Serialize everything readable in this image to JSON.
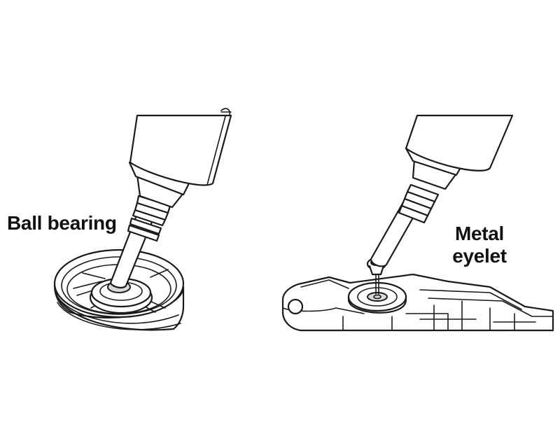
{
  "labels": {
    "ball_bearing": "Ball bearing",
    "metal_eyelet_line1": "Metal",
    "metal_eyelet_line2": "eyelet"
  },
  "colors": {
    "line": "#1a1a1a",
    "background": "#ffffff",
    "text": "#111111"
  }
}
